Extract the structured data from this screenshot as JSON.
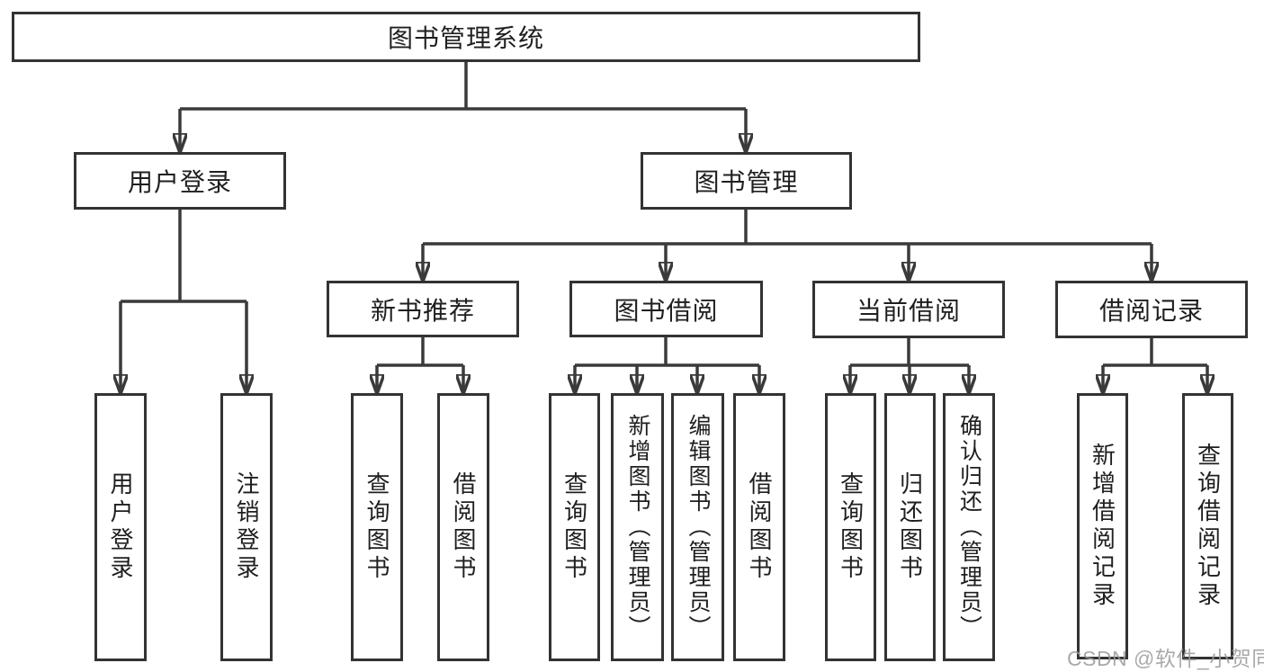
{
  "tree": {
    "label": "图书管理系统",
    "children": [
      {
        "label": "用户登录",
        "children": [
          {
            "label": "用户登录"
          },
          {
            "label": "注销登录"
          }
        ]
      },
      {
        "label": "图书管理",
        "children": [
          {
            "label": "新书推荐",
            "children": [
              {
                "label": "查询图书"
              },
              {
                "label": "借阅图书"
              }
            ]
          },
          {
            "label": "图书借阅",
            "children": [
              {
                "label": "查询图书"
              },
              {
                "label": "新增图书（管理员）"
              },
              {
                "label": "编辑图书（管理员）"
              },
              {
                "label": "借阅图书"
              }
            ]
          },
          {
            "label": "当前借阅",
            "children": [
              {
                "label": "查询图书"
              },
              {
                "label": "归还图书"
              },
              {
                "label": "确认归还（管理员）"
              }
            ]
          },
          {
            "label": "借阅记录",
            "children": [
              {
                "label": "新增借阅记录"
              },
              {
                "label": "查询借阅记录"
              }
            ]
          }
        ]
      }
    ]
  },
  "watermark": "CSDN @软件_小贺同学",
  "colors": {
    "line": "#3a3a3a",
    "box_border": "#333333",
    "text": "#1f1f1f",
    "watermark": "#9a9a9a",
    "background": "#ffffff"
  }
}
